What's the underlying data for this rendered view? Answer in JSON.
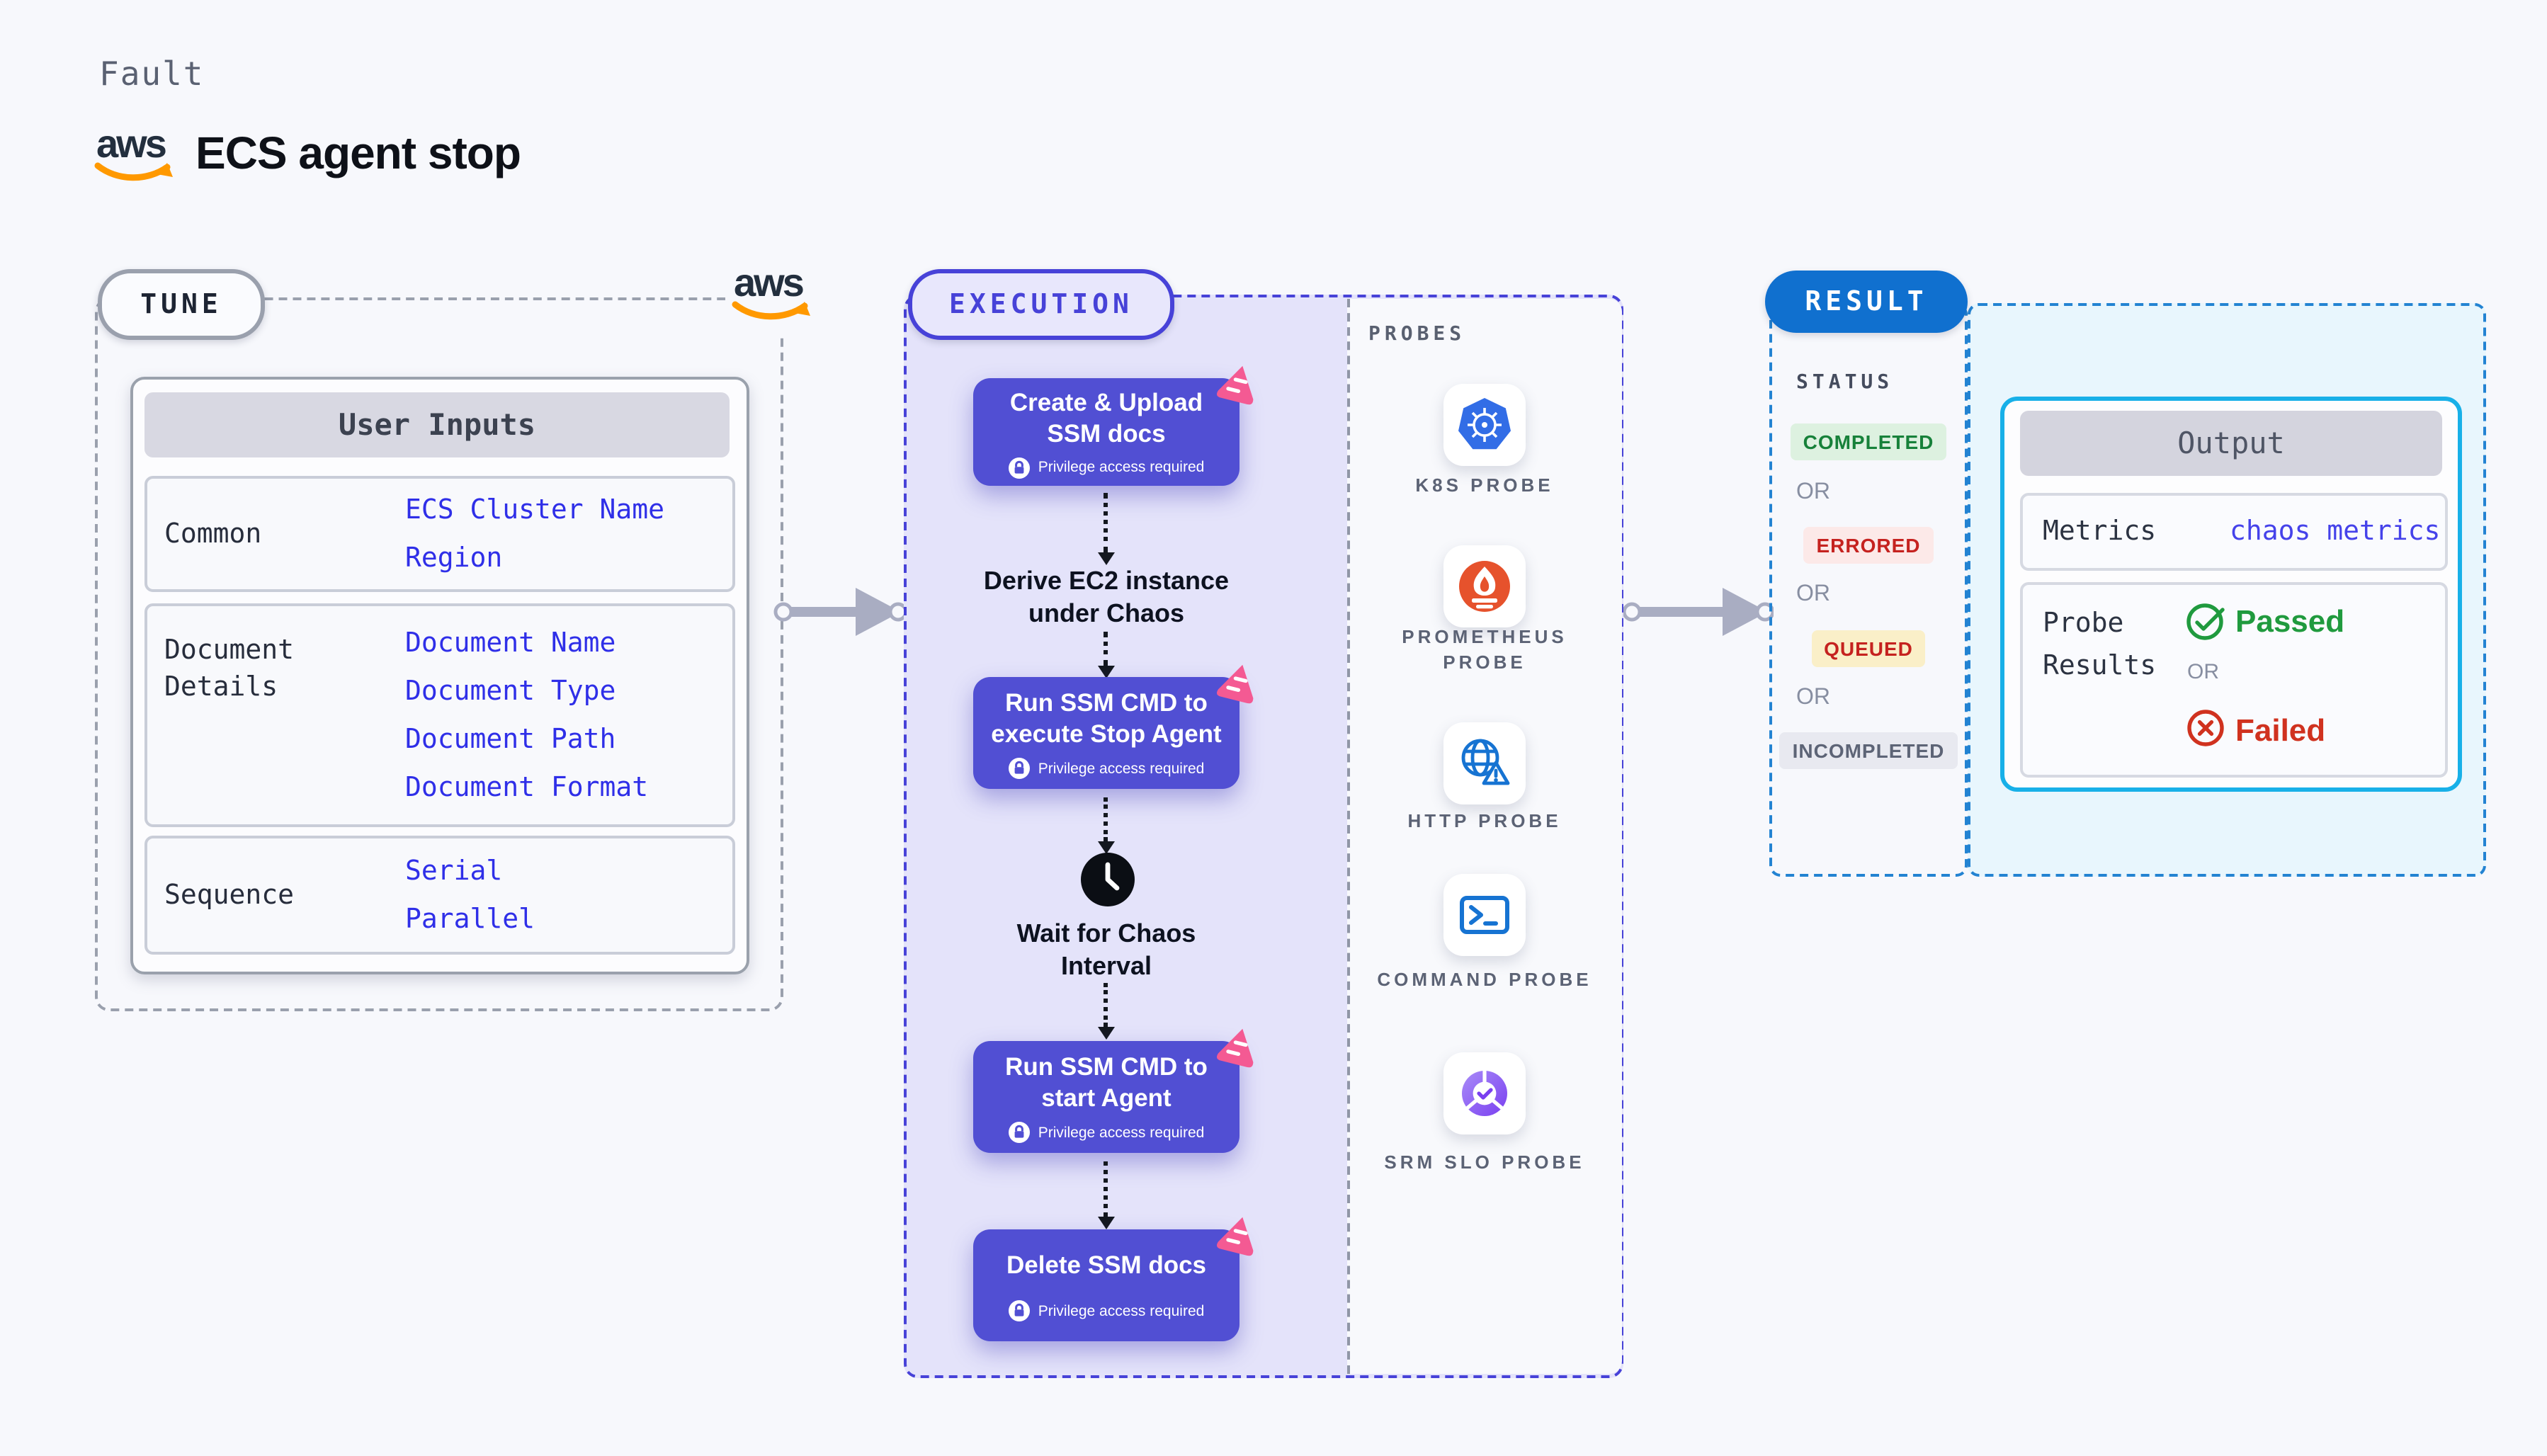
{
  "header": {
    "eyebrow": "Fault",
    "title": "ECS agent stop",
    "aws_logo_text": "aws"
  },
  "tune": {
    "pill": "TUNE",
    "user_inputs": {
      "header": "User Inputs",
      "rows": [
        {
          "label": "Common",
          "values": [
            "ECS Cluster Name",
            "Region"
          ]
        },
        {
          "label": "Document Details",
          "values": [
            "Document Name",
            "Document Type",
            "Document Path",
            "Document Format"
          ]
        },
        {
          "label": "Sequence",
          "values": [
            "Serial",
            "Parallel"
          ]
        }
      ]
    }
  },
  "execution": {
    "pill": "EXECUTION",
    "privilege_note": "Privilege access required",
    "steps": [
      {
        "title": "Create & Upload SSM docs"
      },
      {
        "title": "Run SSM CMD to execute Stop Agent"
      },
      {
        "title": "Run SSM CMD to start Agent"
      },
      {
        "title": "Delete SSM docs"
      }
    ],
    "derive_label": "Derive EC2 instance under Chaos",
    "wait_label": "Wait for Chaos Interval",
    "probes": {
      "heading": "PROBES",
      "items": [
        {
          "label": "K8S PROBE",
          "icon": "kubernetes-icon"
        },
        {
          "label": "PROMETHEUS PROBE",
          "icon": "prometheus-icon"
        },
        {
          "label": "HTTP PROBE",
          "icon": "http-globe-icon"
        },
        {
          "label": "COMMAND PROBE",
          "icon": "terminal-icon"
        },
        {
          "label": "SRM SLO PROBE",
          "icon": "slo-pie-icon"
        }
      ]
    }
  },
  "result": {
    "pill": "RESULT",
    "status": {
      "heading": "STATUS",
      "or": "OR",
      "badges": [
        "COMPLETED",
        "ERRORED",
        "QUEUED",
        "INCOMPLETED"
      ]
    },
    "output": {
      "header": "Output",
      "metrics_label": "Metrics",
      "metrics_value": "chaos metrics",
      "probe_results_label": "Probe Results",
      "passed": "Passed",
      "or": "OR",
      "failed": "Failed"
    }
  },
  "colors": {
    "accent_indigo": "#4742d8",
    "lavender_bg": "#e4e3fa",
    "step_purple": "#514fd3",
    "chaos_pink": "#f45a93",
    "link_blue": "#2f2fe8",
    "result_blue": "#1070cf",
    "result_border_blue": "#2383d2",
    "output_border_cyan": "#18b0e8",
    "output_bg": "#e8f6fd",
    "passed_green": "#209a3e",
    "failed_red": "#d0321f",
    "queued_bg": "#faefc8",
    "completed_bg": "#ddf1e0",
    "errored_bg": "#fce9e8",
    "aws_orange": "#ff9900"
  }
}
